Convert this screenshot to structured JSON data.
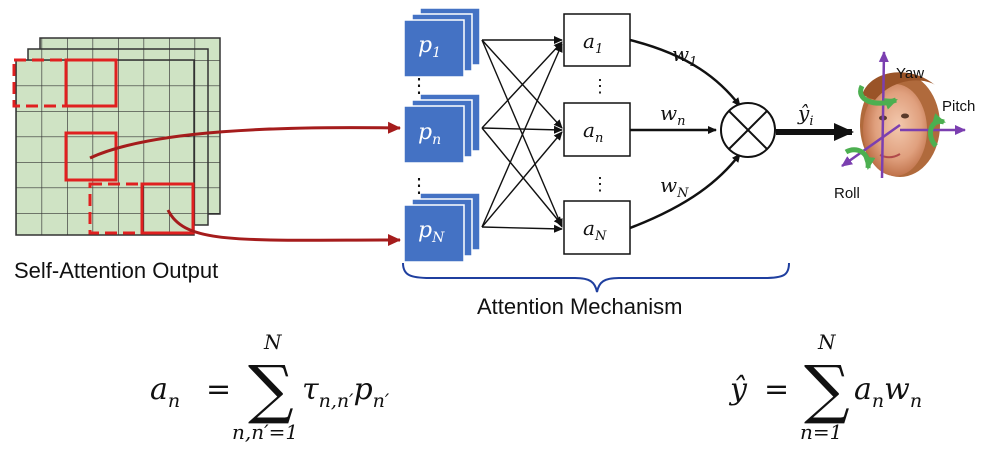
{
  "labels": {
    "self_attention_output": "Self-Attention Output",
    "attention_mechanism": "Attention Mechanism"
  },
  "patches": {
    "p1": {
      "base": "p",
      "sub": "1"
    },
    "pn": {
      "base": "p",
      "sub": "n"
    },
    "pN": {
      "base": "p",
      "sub": "N"
    }
  },
  "nodes": {
    "a1": {
      "base": "a",
      "sub": "1"
    },
    "an": {
      "base": "a",
      "sub": "n"
    },
    "aN": {
      "base": "a",
      "sub": "N"
    }
  },
  "weights": {
    "w1": {
      "base": "w",
      "sub": "1"
    },
    "wn": {
      "base": "w",
      "sub": "n"
    },
    "wN": {
      "base": "w",
      "sub": "N"
    }
  },
  "ellipsis": "⋮",
  "output": {
    "base": "ŷ",
    "sub": "i"
  },
  "head_pose": {
    "yaw": "Yaw",
    "pitch": "Pitch",
    "roll": "Roll"
  },
  "formula_left": {
    "lhs": "a",
    "lhs_sub": "n",
    "equals": "=",
    "sum_upper": "N",
    "sum_lower": "n,n′=1",
    "term_tau": "τ",
    "term_tau_sub": "n,n′",
    "term_p": "p",
    "term_p_sub": "n′"
  },
  "formula_right": {
    "lhs": "ŷ",
    "equals": "=",
    "sum_upper": "N",
    "sum_lower": "n=1",
    "term_a": "a",
    "term_a_sub": "n",
    "term_w": "w",
    "term_w_sub": "n"
  },
  "colors": {
    "grid_fill": "#cfe3c4",
    "grid_line": "#333333",
    "highlight_red": "#e02020",
    "arrow_red": "#a51c1c",
    "patch_blue": "#4472c4",
    "brace_blue": "#1f3f9f",
    "arrow_green": "#4caf50",
    "arrow_purple": "#7b3fb0"
  }
}
